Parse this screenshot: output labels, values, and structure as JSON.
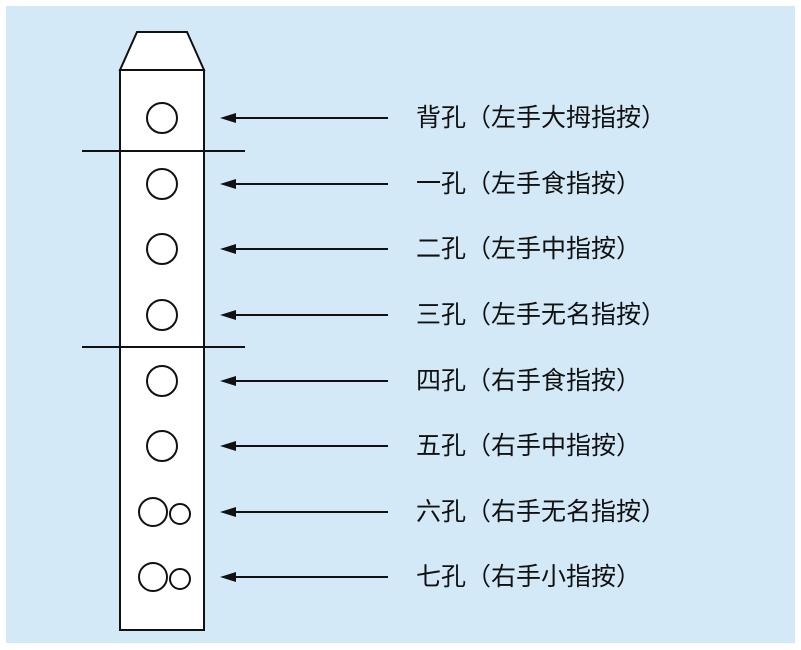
{
  "colors": {
    "background": "#d4e9f7",
    "stroke": "#111111",
    "instrument_fill": "#ffffff"
  },
  "holes": [
    {
      "label": "背孔（左手大拇指按）",
      "kind": "single"
    },
    {
      "label": "一孔（左手食指按）",
      "kind": "single"
    },
    {
      "label": "二孔（左手中指按）",
      "kind": "single"
    },
    {
      "label": "三孔（左手无名指按）",
      "kind": "single"
    },
    {
      "label": "四孔（右手食指按）",
      "kind": "single"
    },
    {
      "label": "五孔（右手中指按）",
      "kind": "single"
    },
    {
      "label": "六孔（右手无名指按）",
      "kind": "double"
    },
    {
      "label": "七孔（右手小指按）",
      "kind": "double"
    }
  ]
}
